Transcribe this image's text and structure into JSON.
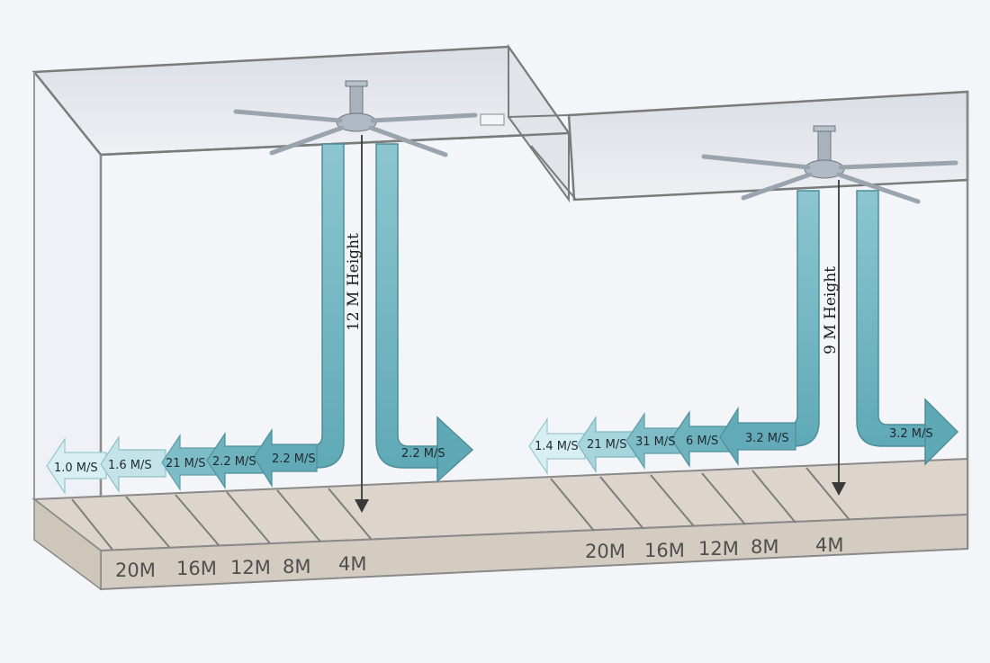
{
  "fans": [
    {
      "height_label": "12 M Height",
      "speeds_left": [
        "1.0 M/S",
        "1.6 M/S",
        "21 M/S",
        "2.2 M/S",
        "2.2 M/S"
      ],
      "speed_right": "2.2 M/S",
      "distances": [
        "20M",
        "16M",
        "12M",
        "8M",
        "4M"
      ]
    },
    {
      "height_label": "9 M Height",
      "speeds_left": [
        "1.4 M/S",
        "21 M/S",
        "31 M/S",
        "6 M/S",
        "3.2 M/S"
      ],
      "speed_right": "3.2 M/S",
      "distances": [
        "20M",
        "16M",
        "12M",
        "8M",
        "4M"
      ]
    }
  ],
  "colors": {
    "airflow": "#5fa9b6",
    "airflow_fade": "#d7eef2",
    "floor": "#ddd5cc",
    "frame": "#7b7b7b",
    "ceiling": "#e6e8ee"
  }
}
